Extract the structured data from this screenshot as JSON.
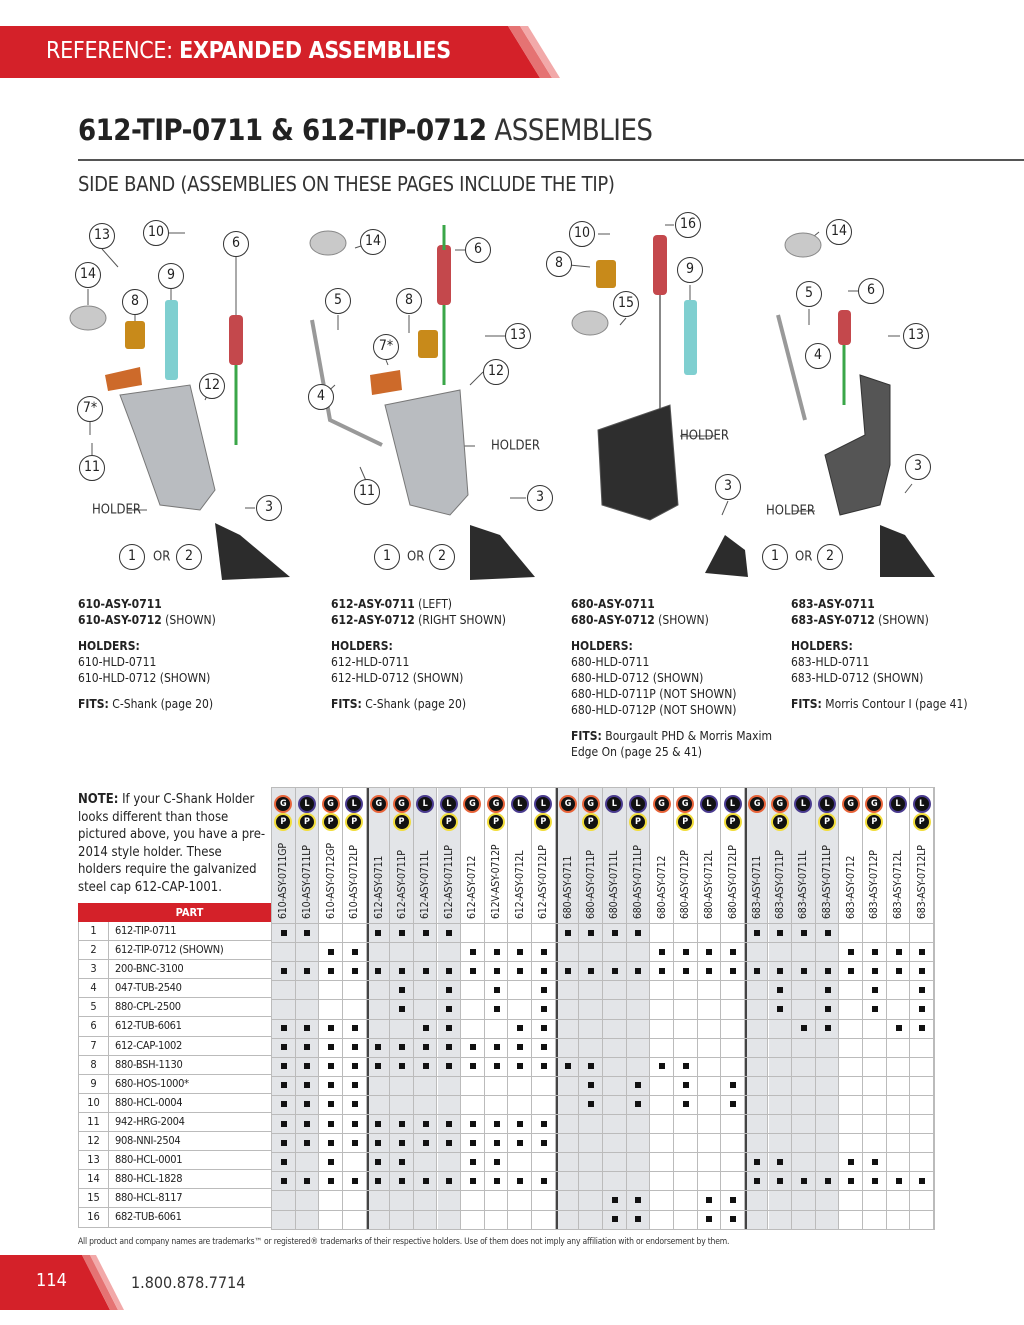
{
  "header": {
    "prefix": "REFERENCE: ",
    "section": "EXPANDED ASSEMBLIES",
    "accent": "#d42129"
  },
  "title": {
    "bold": "612-TIP-0711 & 612-TIP-0712",
    "light": " ASSEMBLIES"
  },
  "subtitle": "SIDE BAND (ASSEMBLIES ON THESE PAGES INCLUDE THE TIP)",
  "diagrams": [
    {
      "callouts": [
        "13",
        "10",
        "6",
        "14",
        "9",
        "8",
        "12",
        "7*",
        "11",
        "3",
        "1",
        "2"
      ],
      "holder": "HOLDER",
      "or": "OR"
    },
    {
      "callouts": [
        "14",
        "6",
        "5",
        "8",
        "7*",
        "13",
        "12",
        "4",
        "11",
        "3",
        "1",
        "2"
      ],
      "holder": "HOLDER",
      "or": "OR"
    },
    {
      "callouts": [
        "10",
        "16",
        "8",
        "9",
        "15",
        "3",
        "1",
        "2"
      ],
      "holder": "HOLDER",
      "or": "OR"
    },
    {
      "callouts": [
        "14",
        "5",
        "6",
        "13",
        "4",
        "3"
      ],
      "holder": "HOLDER"
    }
  ],
  "descriptions": [
    {
      "asy": [
        {
          "code": "610-ASY-0711",
          "note": ""
        },
        {
          "code": "610-ASY-0712",
          "note": " (SHOWN)"
        }
      ],
      "holders_label": "HOLDERS:",
      "holders": [
        "610-HLD-0711",
        "610-HLD-0712 (SHOWN)"
      ],
      "fits_label": "FITS:",
      "fits": " C-Shank (page 20)"
    },
    {
      "asy": [
        {
          "code": "612-ASY-0711",
          "note": " (LEFT)"
        },
        {
          "code": "612-ASY-0712",
          "note": " (RIGHT SHOWN)"
        }
      ],
      "holders_label": "HOLDERS:",
      "holders": [
        "612-HLD-0711",
        "612-HLD-0712 (SHOWN)"
      ],
      "fits_label": "FITS:",
      "fits": " C-Shank (page 20)"
    },
    {
      "asy": [
        {
          "code": "680-ASY-0711",
          "note": ""
        },
        {
          "code": "680-ASY-0712",
          "note": " (SHOWN)"
        }
      ],
      "holders_label": "HOLDERS:",
      "holders": [
        "680-HLD-0711",
        "680-HLD-0712 (SHOWN)",
        "680-HLD-0711P (NOT SHOWN)",
        "680-HLD-0712P (NOT SHOWN)"
      ],
      "fits_label": "FITS:",
      "fits": " Bourgault PHD & Morris Maxim Edge On (page 25 & 41)"
    },
    {
      "asy": [
        {
          "code": "683-ASY-0711",
          "note": ""
        },
        {
          "code": "683-ASY-0712",
          "note": " (SHOWN)"
        }
      ],
      "holders_label": "HOLDERS:",
      "holders": [
        "683-HLD-0711",
        "683-HLD-0712 (SHOWN)"
      ],
      "fits_label": "FITS:",
      "fits": " Morris Contour I (page 41)"
    }
  ],
  "note": {
    "label": "NOTE:",
    "text": " If your C-Shank Holder looks different than those pictured above, you have a pre-2014 style holder. These holders require the galvanized steel cap 612-CAP-1001."
  },
  "parts_table": {
    "header": "PART",
    "rows": [
      {
        "n": "1",
        "part": "612-TIP-0711",
        "cols": [
          0,
          1,
          4,
          5,
          6,
          7,
          12,
          13,
          14,
          15,
          20,
          21,
          22,
          23
        ]
      },
      {
        "n": "2",
        "part": "612-TIP-0712 (SHOWN)",
        "cols": [
          2,
          3,
          8,
          9,
          10,
          11,
          16,
          17,
          18,
          19,
          24,
          25,
          26,
          27
        ]
      },
      {
        "n": "3",
        "part": "200-BNC-3100",
        "cols": [
          0,
          1,
          2,
          3,
          4,
          5,
          6,
          7,
          8,
          9,
          10,
          11,
          12,
          13,
          14,
          15,
          16,
          17,
          18,
          19,
          20,
          21,
          22,
          23,
          24,
          25,
          26,
          27
        ]
      },
      {
        "n": "4",
        "part": "047-TUB-2540",
        "cols": [
          5,
          7,
          9,
          11,
          21,
          23,
          25,
          27
        ]
      },
      {
        "n": "5",
        "part": "880-CPL-2500",
        "cols": [
          5,
          7,
          9,
          11,
          21,
          23,
          25,
          27
        ]
      },
      {
        "n": "6",
        "part": "612-TUB-6061",
        "cols": [
          0,
          1,
          2,
          3,
          6,
          7,
          10,
          11,
          22,
          23,
          26,
          27
        ]
      },
      {
        "n": "7",
        "part": "612-CAP-1002",
        "cols": [
          0,
          1,
          2,
          3,
          4,
          5,
          6,
          7,
          8,
          9,
          10,
          11
        ]
      },
      {
        "n": "8",
        "part": "880-BSH-1130",
        "cols": [
          0,
          1,
          2,
          3,
          4,
          5,
          6,
          7,
          8,
          9,
          10,
          11,
          12,
          13,
          16,
          17
        ]
      },
      {
        "n": "9",
        "part": "680-HOS-1000*",
        "cols": [
          0,
          1,
          2,
          3,
          13,
          15,
          17,
          19
        ]
      },
      {
        "n": "10",
        "part": "880-HCL-0004",
        "cols": [
          0,
          1,
          2,
          3,
          13,
          15,
          17,
          19
        ]
      },
      {
        "n": "11",
        "part": "942-HRG-2004",
        "cols": [
          0,
          1,
          2,
          3,
          4,
          5,
          6,
          7,
          8,
          9,
          10,
          11
        ]
      },
      {
        "n": "12",
        "part": "908-NNI-2504",
        "cols": [
          0,
          1,
          2,
          3,
          4,
          5,
          6,
          7,
          8,
          9,
          10,
          11
        ]
      },
      {
        "n": "13",
        "part": "880-HCL-0001",
        "cols": [
          0,
          2,
          4,
          5,
          8,
          9,
          20,
          21,
          24,
          25
        ]
      },
      {
        "n": "14",
        "part": "880-HCL-1828",
        "cols": [
          0,
          1,
          2,
          3,
          4,
          5,
          6,
          7,
          8,
          9,
          10,
          11,
          20,
          21,
          22,
          23,
          24,
          25,
          26,
          27
        ]
      },
      {
        "n": "15",
        "part": "880-HCL-8117",
        "cols": [
          14,
          15,
          18,
          19
        ]
      },
      {
        "n": "16",
        "part": "682-TUB-6061",
        "cols": [
          14,
          15,
          18,
          19
        ]
      }
    ],
    "columns": [
      {
        "name": "610-ASY-0711GP",
        "top": "G",
        "p": true
      },
      {
        "name": "610-ASY-0711LP",
        "top": "L",
        "p": true
      },
      {
        "name": "610-ASY-0712GP",
        "top": "G",
        "p": true
      },
      {
        "name": "610-ASY-0712LP",
        "top": "L",
        "p": true
      },
      {
        "name": "612-ASY-0711",
        "top": "G",
        "p": false
      },
      {
        "name": "612-ASY-0711P",
        "top": "G",
        "p": true
      },
      {
        "name": "612-ASY-0711L",
        "top": "L",
        "p": false
      },
      {
        "name": "612-ASY-0711LP",
        "top": "L",
        "p": true
      },
      {
        "name": "612-ASY-0712",
        "top": "G",
        "p": false
      },
      {
        "name": "612V-ASY-0712P",
        "top": "G",
        "p": true
      },
      {
        "name": "612-ASY-0712L",
        "top": "L",
        "p": false
      },
      {
        "name": "612-ASY-0712LP",
        "top": "L",
        "p": true
      },
      {
        "name": "680-ASY-0711",
        "top": "G",
        "p": false
      },
      {
        "name": "680-ASY-0711P",
        "top": "G",
        "p": true
      },
      {
        "name": "680-ASY-0711L",
        "top": "L",
        "p": false
      },
      {
        "name": "680-ASY-0711LP",
        "top": "L",
        "p": true
      },
      {
        "name": "680-ASY-0712",
        "top": "G",
        "p": false
      },
      {
        "name": "680-ASY-0712P",
        "top": "G",
        "p": true
      },
      {
        "name": "680-ASY-0712L",
        "top": "L",
        "p": false
      },
      {
        "name": "680-ASY-0712LP",
        "top": "L",
        "p": true
      },
      {
        "name": "683-ASY-0711",
        "top": "G",
        "p": false
      },
      {
        "name": "683-ASY-0711P",
        "top": "G",
        "p": true
      },
      {
        "name": "683-ASY-0711L",
        "top": "L",
        "p": false
      },
      {
        "name": "683-ASY-0711LP",
        "top": "L",
        "p": true
      },
      {
        "name": "683-ASY-0712",
        "top": "G",
        "p": false
      },
      {
        "name": "683-ASY-0712P",
        "top": "G",
        "p": true
      },
      {
        "name": "683-ASY-0712L",
        "top": "L",
        "p": false
      },
      {
        "name": "683-ASY-0712LP",
        "top": "L",
        "p": true
      }
    ],
    "badge_p": "P"
  },
  "disclaimer": "All product and company names are trademarks™ or registered® trademarks of their respective holders. Use of them does not imply any affiliation with or endorsement by them.",
  "footer": {
    "page": "114",
    "phone": "1.800.878.7714"
  }
}
